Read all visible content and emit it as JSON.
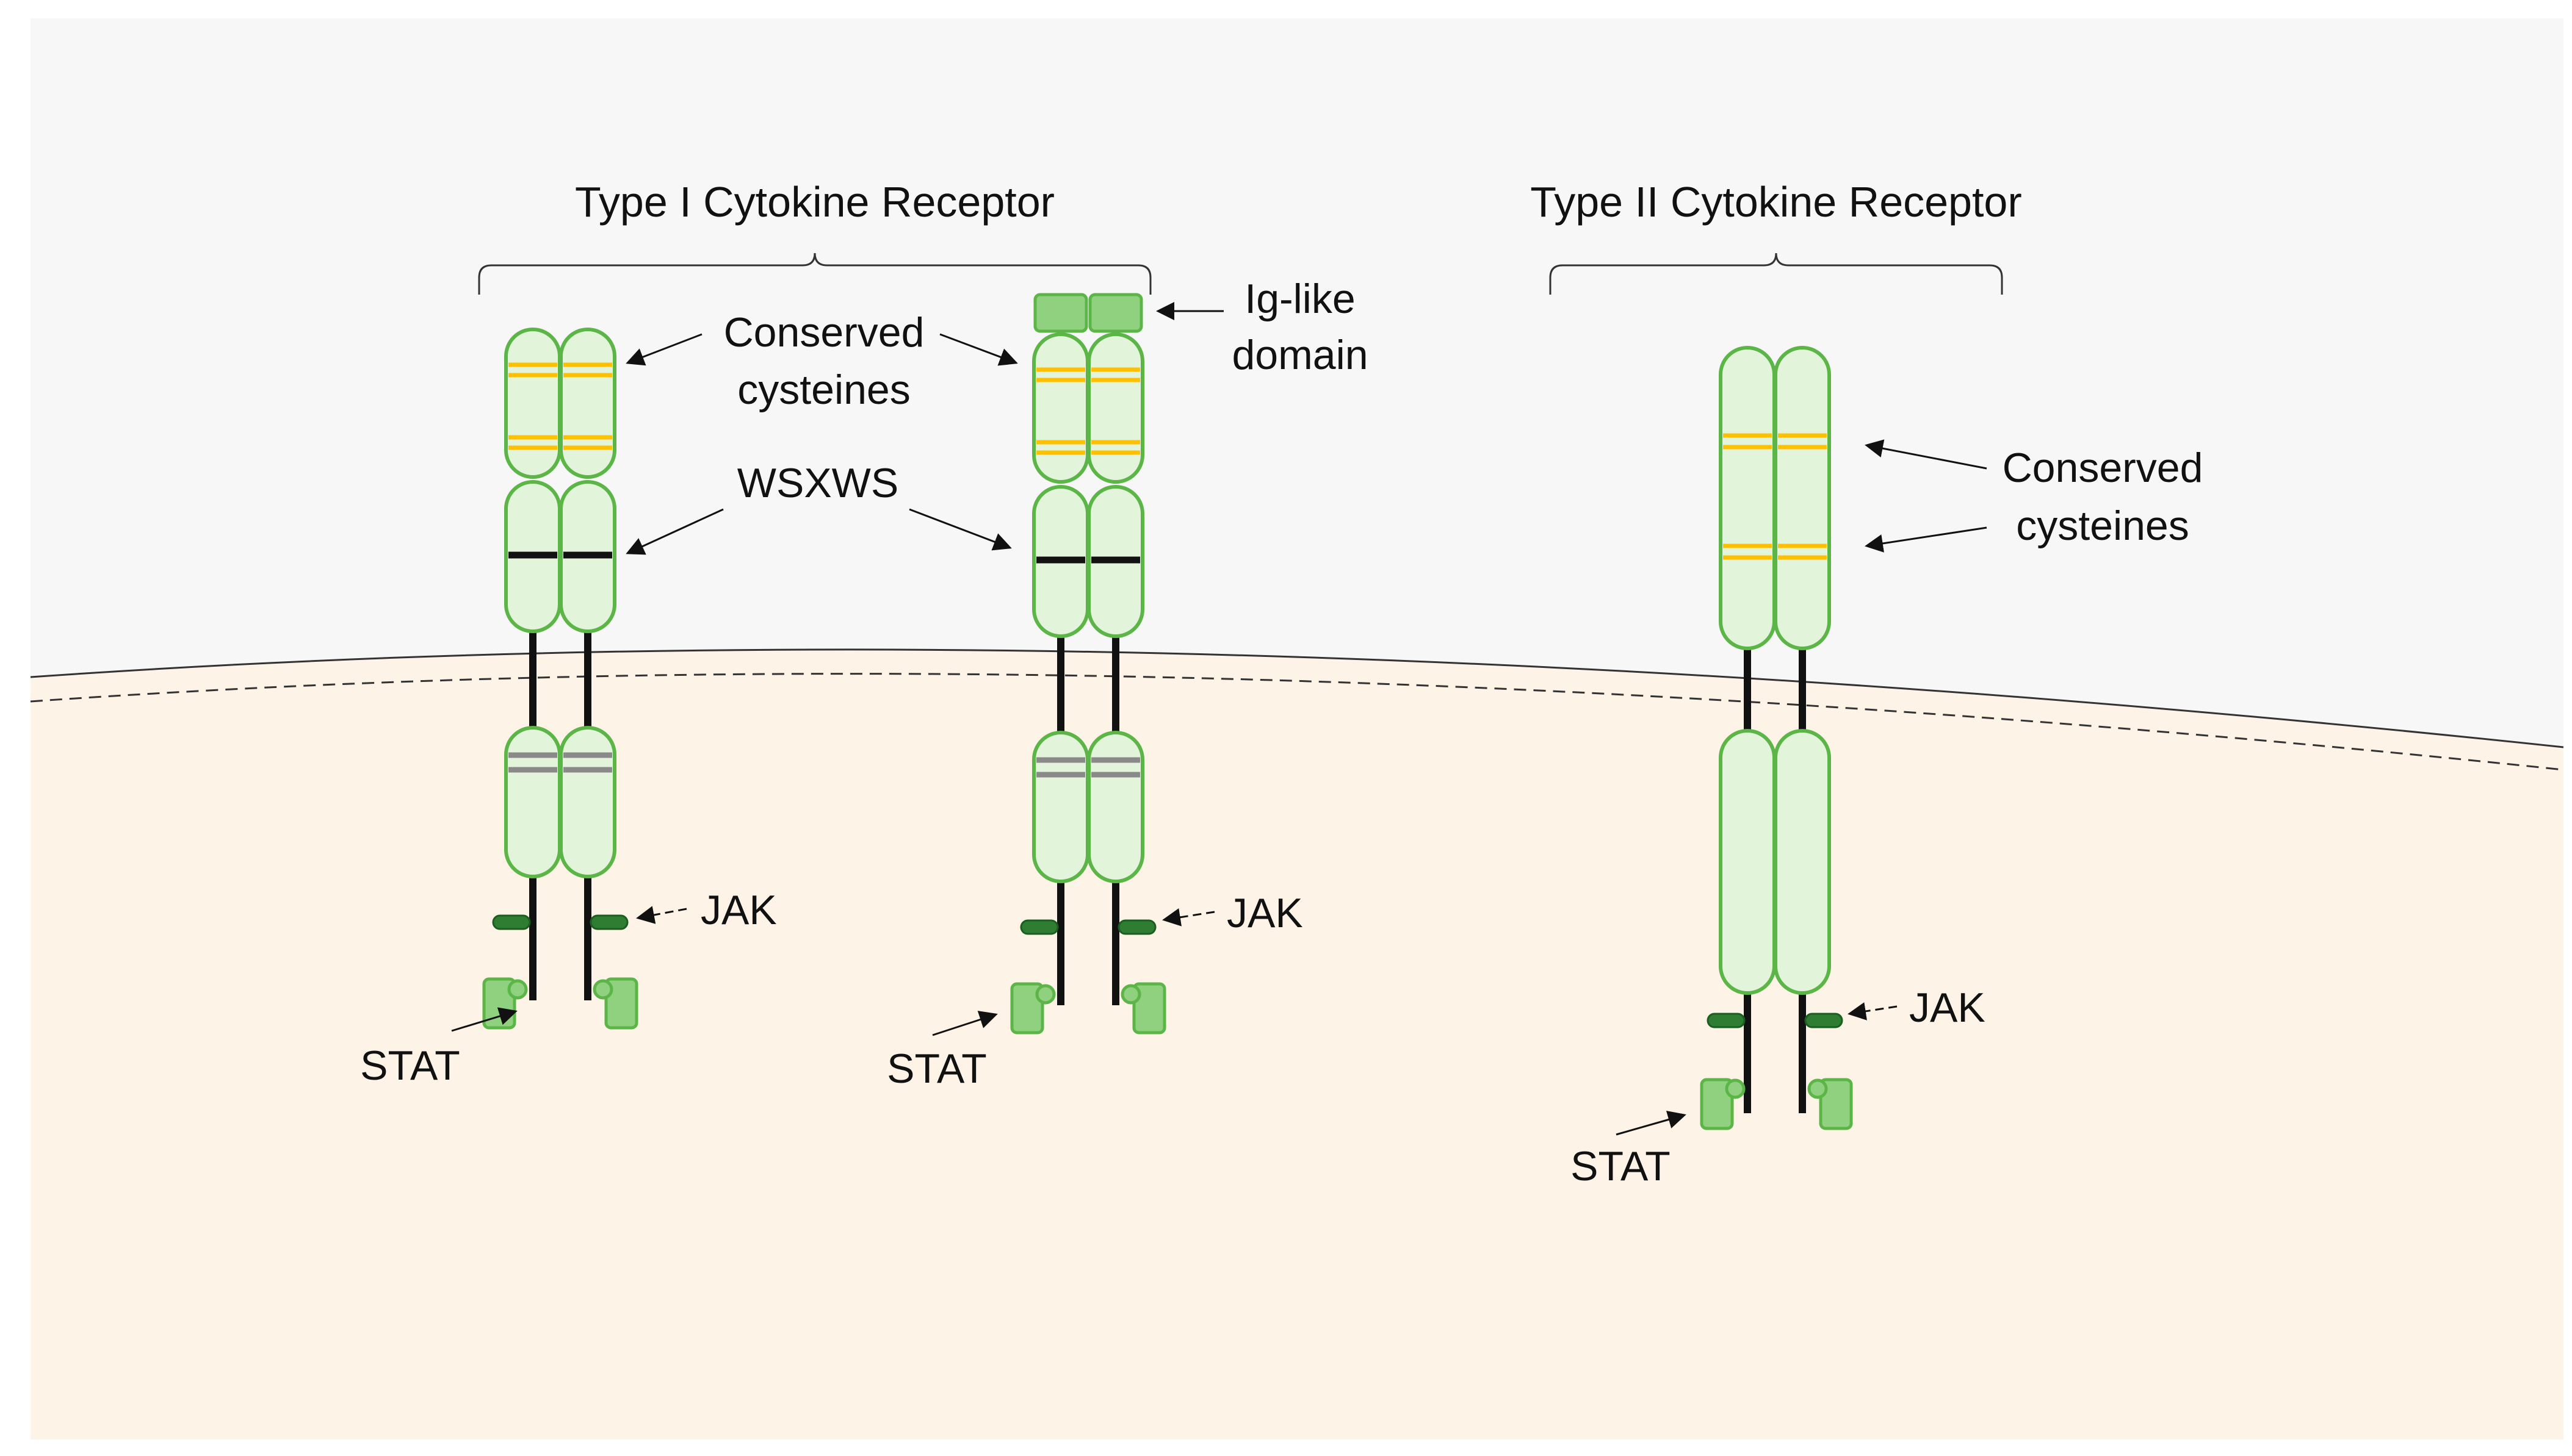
{
  "type1": {
    "title": "Type I Cytokine Receptor",
    "conserved_line1": "Conserved",
    "conserved_line2": "cysteines",
    "wsxws": "WSXWS",
    "ig_line1": "Ig-like",
    "ig_line2": "domain",
    "jak_a": "JAK",
    "jak_b": "JAK",
    "stat_a": "STAT",
    "stat_b": "STAT"
  },
  "type2": {
    "title": "Type II Cytokine Receptor",
    "conserved_line1": "Conserved",
    "conserved_line2": "cysteines",
    "jak": "JAK",
    "stat": "STAT"
  },
  "colors": {
    "extracellular": "#f7f7f7",
    "cytoplasm": "#fdf3e7",
    "domain_fill": "#e2f4da",
    "domain_stroke": "#5cb547",
    "ig_fill": "#8fd17f",
    "cysteine_band": "#ffc000",
    "wsxws_band": "#111111",
    "box_motif": "#8a8a8a",
    "jak": "#2e7d32",
    "stat_fill": "#8fd17f"
  }
}
